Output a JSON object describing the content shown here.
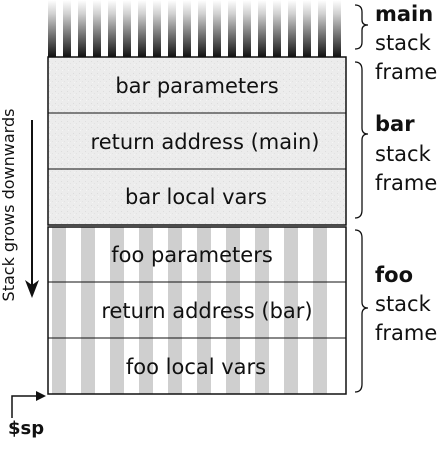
{
  "stack_frames": [
    {
      "id": "main",
      "name": "main",
      "label_rest": [
        "stack",
        "frame"
      ],
      "cells": []
    },
    {
      "id": "bar",
      "name": "bar",
      "label_rest": [
        "stack",
        "frame"
      ],
      "cells": [
        "bar parameters",
        "return address (main)",
        "bar local vars"
      ]
    },
    {
      "id": "foo",
      "name": "foo",
      "label_rest": [
        "stack",
        "frame"
      ],
      "cells": [
        "foo parameters",
        "return address (bar)",
        "foo local vars"
      ]
    }
  ],
  "direction_label": "Stack grows downwards",
  "stack_pointer_label": "$sp",
  "colors": {
    "outline": "#111111",
    "bar_fill": "#ececec",
    "foo_stripe": "#cfcfcf",
    "foo_base": "#ffffff",
    "main_dark": "#111111"
  }
}
